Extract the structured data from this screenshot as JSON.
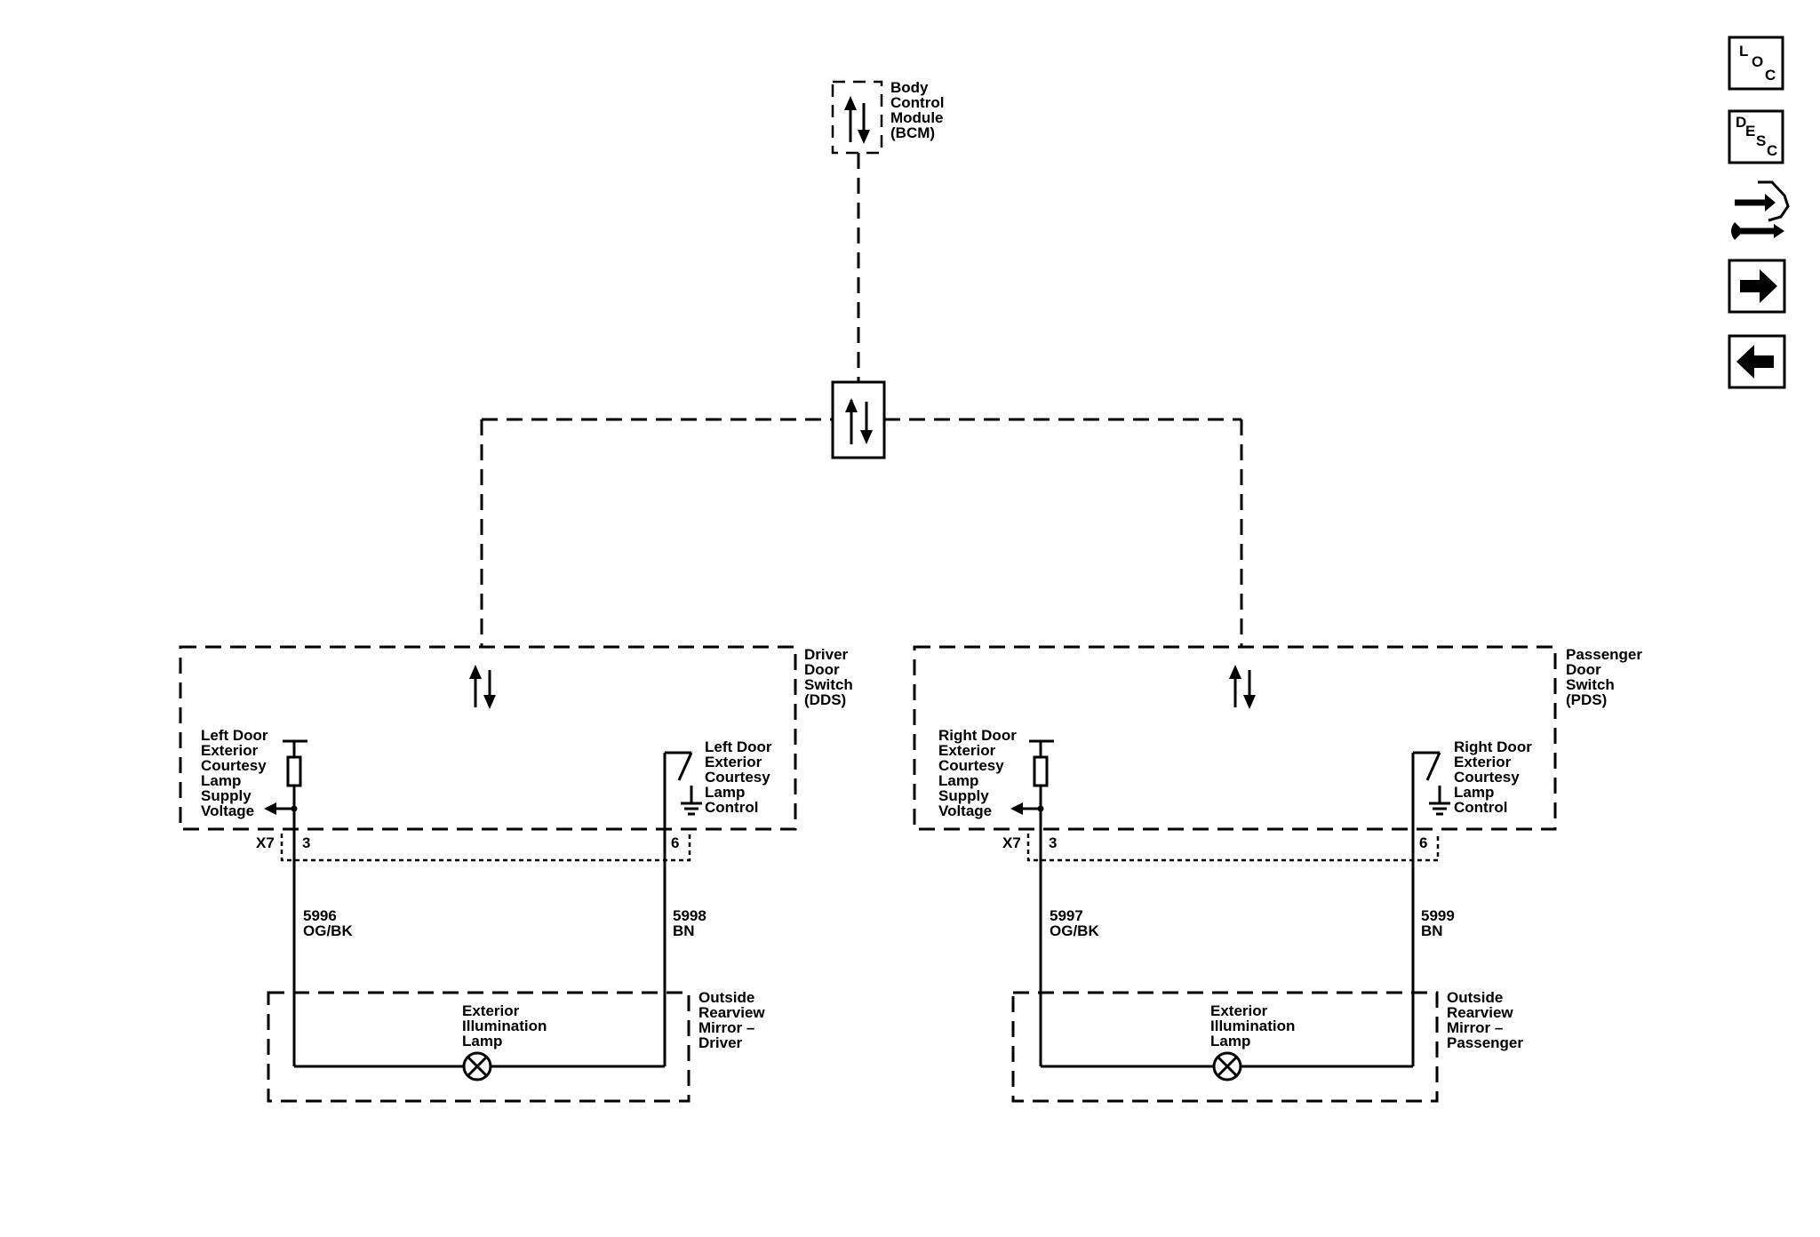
{
  "bcm": {
    "label_lines": [
      "Body",
      "Control",
      "Module",
      "(BCM)"
    ]
  },
  "driver": {
    "module_lines": [
      "Driver",
      "Door",
      "Switch",
      "(DDS)"
    ],
    "supply_lines": [
      "Left Door",
      "Exterior",
      "Courtesy",
      "Lamp",
      "Supply",
      "Voltage"
    ],
    "control_lines": [
      "Left Door",
      "Exterior",
      "Courtesy",
      "Lamp",
      "Control"
    ],
    "connector": "X7",
    "pin_supply": "3",
    "pin_control": "6",
    "wire_supply_circuit": "5996",
    "wire_supply_color": "OG/BK",
    "wire_control_circuit": "5998",
    "wire_control_color": "BN",
    "lamp_lines": [
      "Exterior",
      "Illumination",
      "Lamp"
    ],
    "mirror_lines": [
      "Outside",
      "Rearview",
      "Mirror –",
      "Driver"
    ]
  },
  "passenger": {
    "module_lines": [
      "Passenger",
      "Door",
      "Switch",
      "(PDS)"
    ],
    "supply_lines": [
      "Right Door",
      "Exterior",
      "Courtesy",
      "Lamp",
      "Supply",
      "Voltage"
    ],
    "control_lines": [
      "Right Door",
      "Exterior",
      "Courtesy",
      "Lamp",
      "Control"
    ],
    "connector": "X7",
    "pin_supply": "3",
    "pin_control": "6",
    "wire_supply_circuit": "5997",
    "wire_supply_color": "OG/BK",
    "wire_control_circuit": "5999",
    "wire_control_color": "BN",
    "lamp_lines": [
      "Exterior",
      "Illumination",
      "Lamp"
    ],
    "mirror_lines": [
      "Outside",
      "Rearview",
      "Mirror –",
      "Passenger"
    ]
  },
  "nav": {
    "loc": [
      "L",
      "O",
      "C"
    ],
    "desc": [
      "D",
      "E",
      "S",
      "C"
    ],
    "icons": [
      "connector-icon",
      "next-arrow-icon",
      "previous-arrow-icon"
    ]
  }
}
